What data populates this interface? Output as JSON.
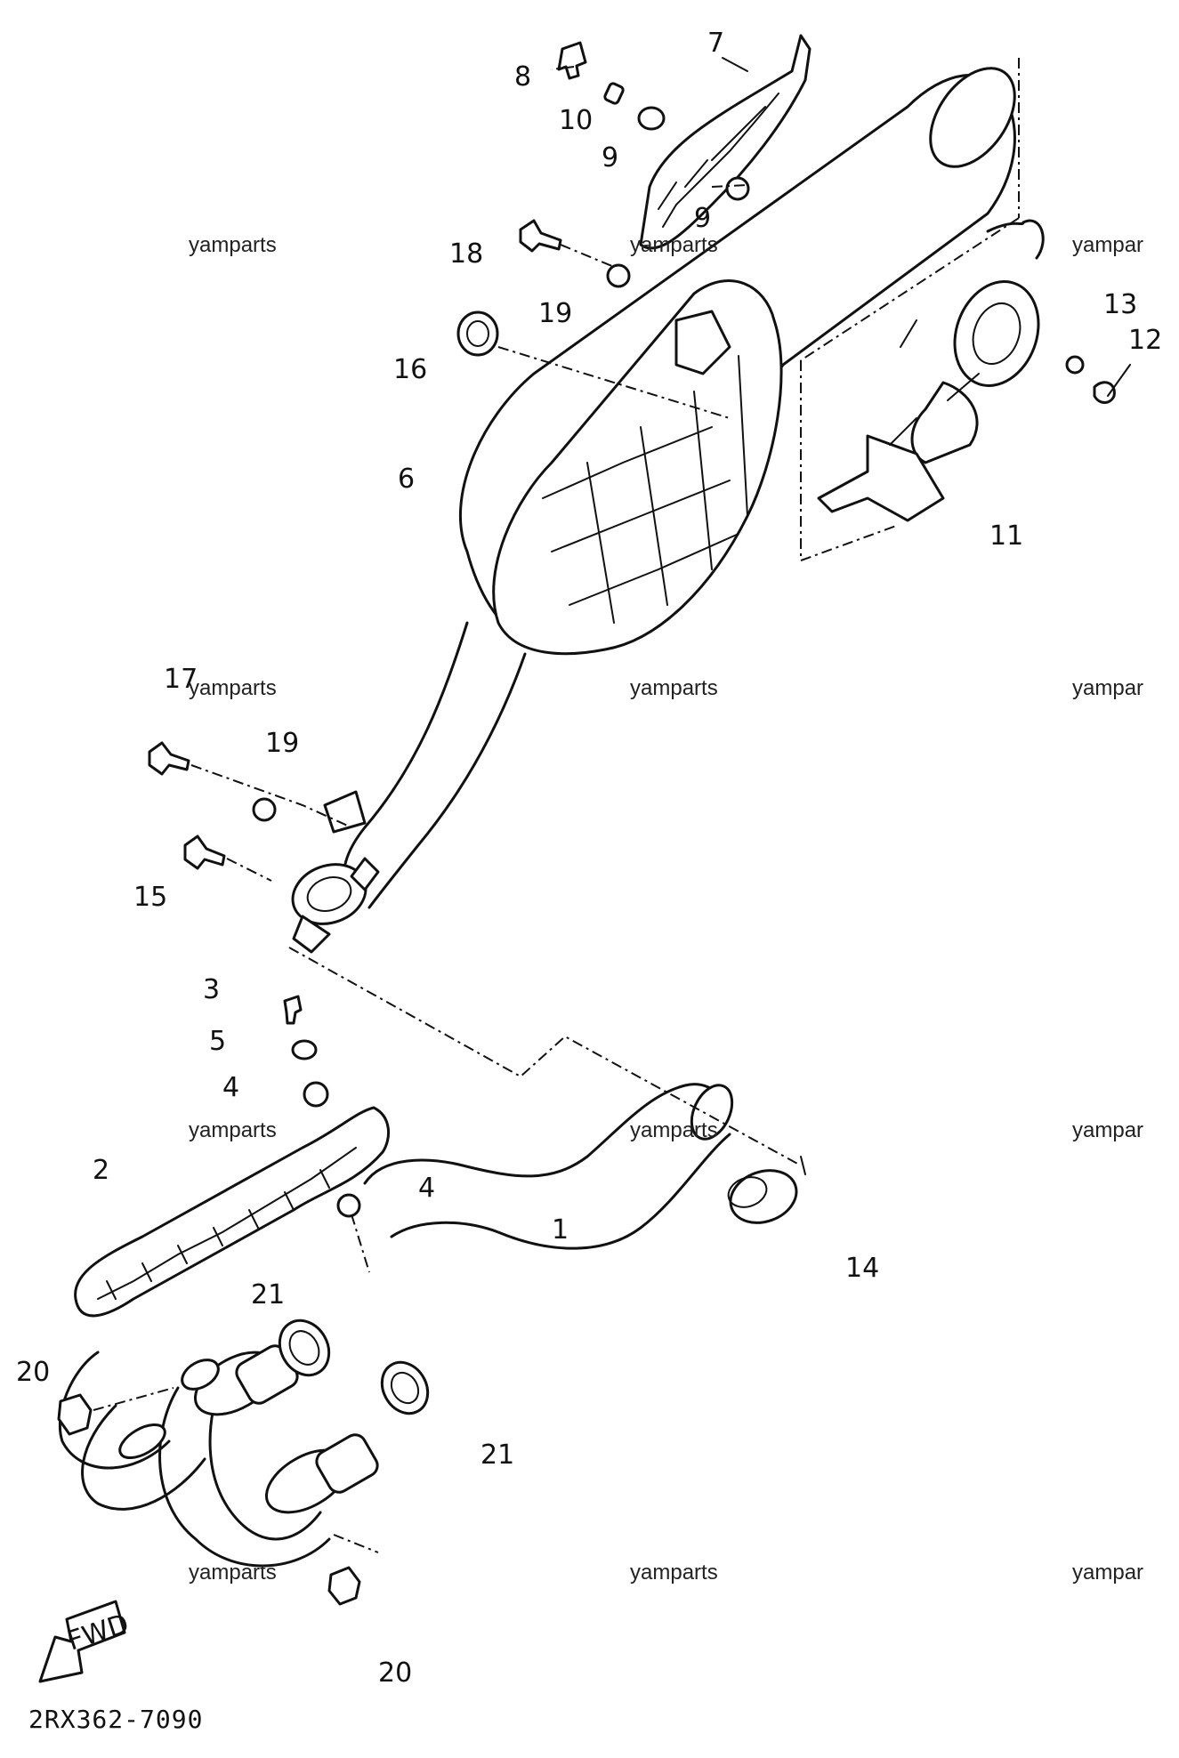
{
  "callouts": {
    "c1": "1",
    "c2": "2",
    "c3": "3",
    "c4a": "4",
    "c4b": "4",
    "c5": "5",
    "c6": "6",
    "c7": "7",
    "c8": "8",
    "c9a": "9",
    "c9b": "9",
    "c10": "10",
    "c11": "11",
    "c12": "12",
    "c13": "13",
    "c14": "14",
    "c15": "15",
    "c16": "16",
    "c17": "17",
    "c18": "18",
    "c19a": "19",
    "c19b": "19",
    "c20a": "20",
    "c20b": "20",
    "c21a": "21",
    "c21b": "21"
  },
  "watermarks": [
    "yamparts",
    "yamparts",
    "yampar",
    "yamparts",
    "yamparts",
    "yampar",
    "yamparts",
    "yamparts",
    "yampar",
    "yamparts",
    "yamparts",
    "yampar"
  ],
  "fwd_label": "FWD",
  "diagram_code": "2RX362-7090"
}
